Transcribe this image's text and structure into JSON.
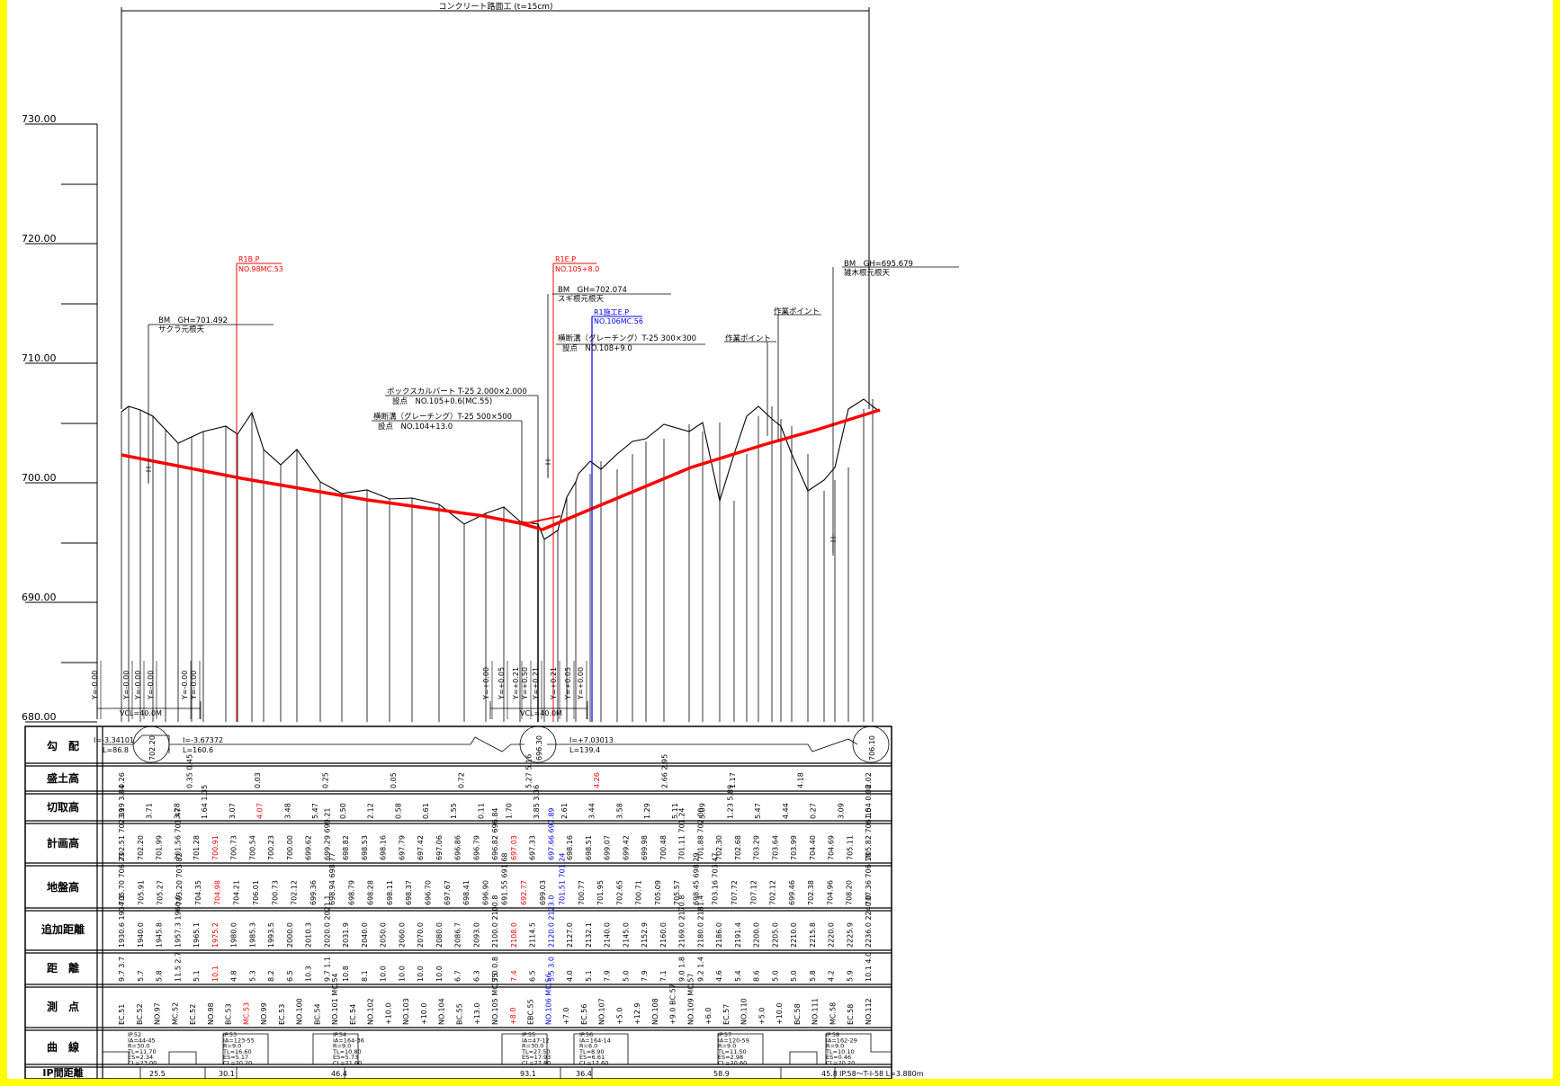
{
  "title": "コンクリート路面工 (t=15cm)",
  "colors": {
    "background": "#ffff00",
    "line": "#000000",
    "plan": "#ff0000",
    "fill_table": "#ffffff",
    "blue": "#0000ff"
  },
  "y_axis": {
    "ticks": [
      "730.00",
      "720.00",
      "710.00",
      "700.00",
      "690.00",
      "680.00"
    ],
    "min": 680,
    "max": 730
  },
  "annotations": {
    "bm1": {
      "line1": "BM　GH=701.492",
      "line2": "サクラ元根天"
    },
    "bm2": {
      "line1": "BM　GH=702.074",
      "line2": "スギ根元根天"
    },
    "bm3": {
      "line1": "BM　GH=695.679",
      "line2": "雑木根元根天"
    },
    "r1bp": {
      "line1": "R1B.P",
      "line2": "NO.98MC.53"
    },
    "r1ep": {
      "line1": "R1E.P",
      "line2": "NO.105+8.0"
    },
    "r1end": {
      "line1": "R1施工E.P",
      "line2": "NO.106MC.56"
    },
    "box": {
      "line1": "ボックスカルバート T-25 2.000×2.000",
      "line2": "設点　NO.105+0.6(MC.55)"
    },
    "grating1": {
      "line1": "横断溝（グレーチング）T-25 500×500",
      "line2": "設点　NO.104+13.0"
    },
    "grating2": {
      "line1": "横断溝（グレーチング）T-25 300×300",
      "line2": "設点　NO.108+9.0"
    },
    "work1": "作業ポイント",
    "work2": "作業ポイント"
  },
  "vcl": {
    "left": "VCL=40.0M",
    "right": "VCL=40.0M"
  },
  "curve_y_labels": [
    "Y=-0.00",
    "Y=-0.00",
    "Y=-0.00",
    "Y=-0.00",
    "Y=-0.00",
    "Y=-0.00",
    "Y=+0.00",
    "Y=+0.05",
    "Y=+0.21",
    "Y=+0.50",
    "Y=+0.21",
    "Y=+0.21",
    "Y=+0.05",
    "Y=+0.00"
  ],
  "table": {
    "labels": {
      "gradient": "勾　配",
      "fill": "盛土高",
      "cut": "切取高",
      "plan": "計画高",
      "ground": "地盤高",
      "cumulative": "追加距離",
      "distance": "距　離",
      "station": "測　点",
      "curve": "曲　線",
      "ip": "IP間距離"
    },
    "gradient": {
      "seg1": {
        "i": "I=-3.34101",
        "l": "L=86.8"
      },
      "seg2": {
        "i": "I=-3.67372",
        "l": "L=160.6"
      },
      "seg3": {
        "i": "I=+7.03013",
        "l": "L=139.4"
      },
      "circles": [
        "702.20",
        "696.30",
        "706.10"
      ]
    },
    "fill_values": [
      "0.26",
      "0.35 0.45",
      "0.03",
      "0.25",
      "0.05",
      "0.72",
      "5.27 5.16",
      "4.26",
      "2.66 2.95",
      "1.17",
      "4.18",
      "2.02"
    ],
    "cut_values": [
      "3.19 3.84",
      "3.71",
      "3.28",
      "1.64 1.35",
      "3.07",
      "4.07",
      "3.48",
      "5.47",
      "0.50",
      "2.12",
      "0.58",
      "0.61",
      "1.55",
      "0.11",
      "1.70",
      "3.85 3.36",
      "2.61",
      "3.44",
      "3.58",
      "1.29",
      "5.11",
      "5.09",
      "1.23 5.89",
      "5.47",
      "4.44",
      "0.27",
      "3.09",
      "1.54 0.08"
    ],
    "plan_values": [
      "702.51 702.39",
      "702.20",
      "701.99",
      "701.56 701.47",
      "701.28",
      "700.91",
      "700.73",
      "700.54",
      "700.23",
      "700.00",
      "699.62",
      "699.29 699.21",
      "698.82",
      "698.53",
      "698.16",
      "697.79",
      "697.42",
      "697.06",
      "696.86",
      "696.79",
      "696.82 696.84",
      "697.03",
      "697.33",
      "697.66 697.89",
      "698.16",
      "698.51",
      "699.07",
      "699.42",
      "699.98",
      "700.48",
      "701.11 701.24",
      "701.88 702.00",
      "702.30",
      "702.68",
      "703.29",
      "703.64",
      "703.99",
      "704.40",
      "704.69",
      "705.11",
      "705.82 706.10"
    ],
    "ground_values": [
      "705.70 706.23",
      "705.91",
      "705.27",
      "703.20 703.82",
      "704.35",
      "704.98",
      "704.21",
      "706.01",
      "700.73",
      "702.12",
      "699.36",
      "698.94 698.77",
      "698.79",
      "698.28",
      "698.11",
      "698.37",
      "696.70",
      "697.67",
      "698.41",
      "696.90",
      "691.55 691.68",
      "692.77",
      "699.03",
      "701.51 701.24",
      "700.77",
      "701.95",
      "702.65",
      "700.71",
      "705.09",
      "705.57",
      "698.45 698.29",
      "703.16 703.47",
      "707.72",
      "707.12",
      "702.12",
      "699.46",
      "702.38",
      "704.96",
      "708.20",
      "707.36 706.18"
    ],
    "cumulative_values": [
      "1930.6 1934.3",
      "1940.0",
      "1945.8",
      "1957.3 1960.0",
      "1965.1",
      "1975.2",
      "1980.0",
      "1985.3",
      "1993.5",
      "2000.0",
      "2010.3",
      "2020.0 2021.1",
      "2031.9",
      "2040.0",
      "2050.0",
      "2060.0",
      "2070.0",
      "2080.0",
      "2086.7",
      "2093.0",
      "2100.0 2100.8",
      "2108.0",
      "2114.5",
      "2120.0 2123.0",
      "2127.0",
      "2132.1",
      "2140.0",
      "2145.0",
      "2152.9",
      "2160.0",
      "2169.0 2170.8",
      "2180.0 2181.4",
      "2186.0",
      "2191.4",
      "2200.0",
      "2205.0",
      "2210.0",
      "2215.8",
      "2220.0",
      "2225.9",
      "2236.0 2240.0"
    ],
    "distance_values": [
      "9.7 3.7",
      "5.7",
      "5.8",
      "11.5 2.7",
      "5.1",
      "10.1",
      "4.8",
      "5.3",
      "8.2",
      "6.5",
      "10.3",
      "9.7 1.1",
      "10.8",
      "8.1",
      "10.0",
      "10.0",
      "10.0",
      "10.0",
      "6.7",
      "6.3",
      "7.0 0.8",
      "7.4",
      "6.5",
      "5.5 3.0",
      "4.0",
      "5.1",
      "7.9",
      "5.0",
      "7.9",
      "7.1",
      "9.0 1.8",
      "9.2 1.4",
      "4.6",
      "5.4",
      "8.6",
      "5.0",
      "5.0",
      "5.8",
      "4.2",
      "5.9",
      "10.1 4.0"
    ],
    "station_values": [
      "EC.51",
      "BC.52",
      "NO.97",
      "MC.52",
      "EC.52",
      "NO.98",
      "BC.53",
      "MC.53",
      "NO.99",
      "EC.53",
      "NO.100",
      "BC.54",
      "NO.101 MC.54",
      "EC.54",
      "NO.102",
      "+10.0",
      "NO.103",
      "+10.0",
      "NO.104",
      "BC.55",
      "+13.0",
      "NO.105 MC.55",
      "+8.0",
      "EBC.55",
      "NO.106 MC.56",
      "+7.0",
      "EC.56",
      "NO.107",
      "+5.0",
      "+12.9",
      "NO.108",
      "+9.0 BC.57",
      "NO.109 MC.57",
      "+6.0",
      "EC.57",
      "NO.110",
      "+5.0",
      "+10.0",
      "BC.58",
      "NO.111",
      "MC.58",
      "EC.58",
      "NO.112"
    ],
    "curves": [
      {
        "ip": "IP.52",
        "ia": "IA=44-45",
        "r": "R=30.0",
        "tl": "TL=11.70",
        "es": "ES=2.34",
        "cl": "CL=23.00"
      },
      {
        "ip": "IP.53",
        "ia": "IA=123-55",
        "r": "R=9.0",
        "tl": "TL=16.60",
        "es": "ES=5.17",
        "cl": "CL=20.20"
      },
      {
        "ip": "IP.54",
        "ia": "IA=164-36",
        "r": "R=9.0",
        "tl": "TL=10.80",
        "es": "ES=5.73",
        "cl": "CL=21.60"
      },
      {
        "ip": "IP.55",
        "ia": "IA=47-12",
        "r": "R=30.0",
        "tl": "TL=27.50",
        "es": "ES=17.93",
        "cl": "CL=27.80"
      },
      {
        "ip": "IP.56",
        "ia": "IA=164-14",
        "r": "R=6.0",
        "tl": "TL=8.90",
        "es": "ES=6.61",
        "cl": "CL=17.60"
      },
      {
        "ip": "IP.57",
        "ia": "IA=120-59",
        "r": "R=9.0",
        "tl": "TL=11.50",
        "es": "ES=2.98",
        "cl": "CL=20.60"
      },
      {
        "ip": "IP.58",
        "ia": "IA=162-29",
        "r": "R=9.0",
        "tl": "TL=10.10",
        "es": "ES=0.46",
        "cl": "CL=20.20"
      }
    ],
    "ip_distances": [
      "25.5",
      "30.1",
      "46.4",
      "93.1",
      "36.4",
      "58.9",
      "45.8",
      "IP.58～T-I-58 L=3.880m"
    ]
  }
}
